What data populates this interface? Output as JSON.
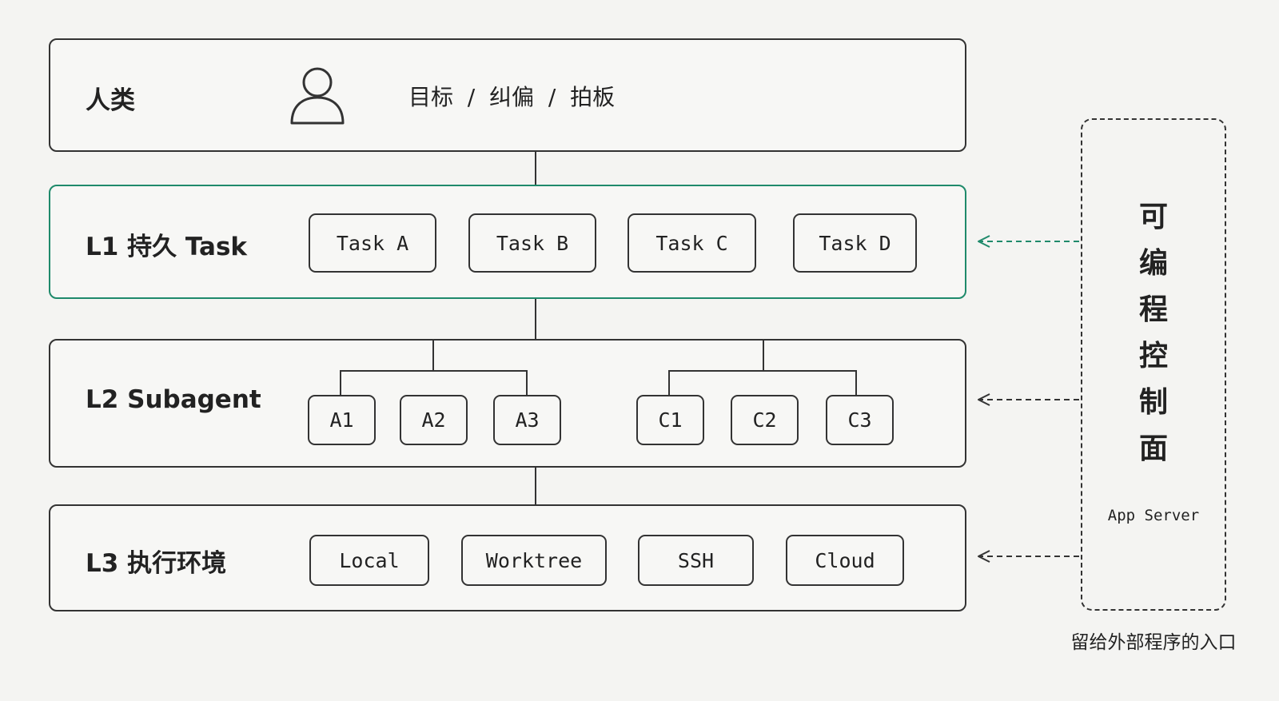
{
  "human": {
    "label": "人类",
    "actions": "目标  /  纠偏  /  拍板"
  },
  "l1": {
    "label": "L1 持久 Task",
    "tasks": [
      "Task A",
      "Task B",
      "Task C",
      "Task D"
    ]
  },
  "l2": {
    "label": "L2 Subagent",
    "agents": [
      "A1",
      "A2",
      "A3",
      "C1",
      "C2",
      "C3"
    ]
  },
  "l3": {
    "label": "L3 执行环境",
    "envs": [
      "Local",
      "Worktree",
      "SSH",
      "Cloud"
    ]
  },
  "control": {
    "chars": [
      "可",
      "编",
      "程",
      "控",
      "制",
      "面"
    ],
    "subtitle": "App Server",
    "footnote": "留给外部程序的入口"
  },
  "colors": {
    "accent": "#1f8a6b",
    "stroke": "#333333",
    "background": "#f4f4f2"
  },
  "icons": {
    "person": "person-icon"
  }
}
